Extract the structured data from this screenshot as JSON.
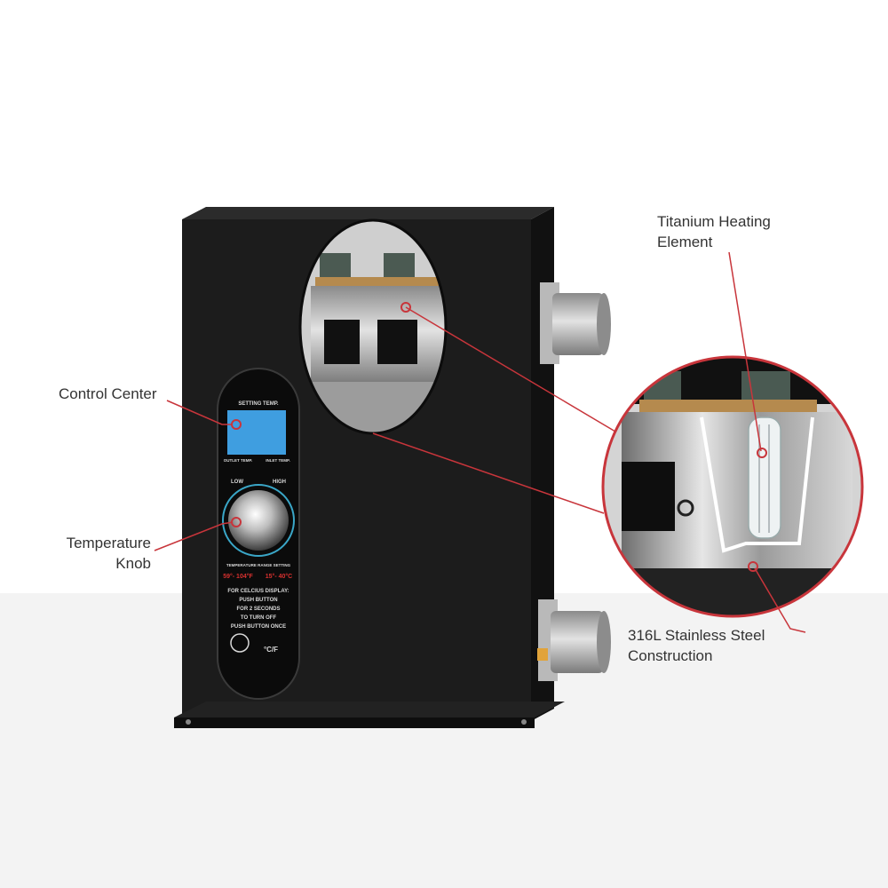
{
  "callouts": {
    "control_center": "Control Center",
    "temperature_knob_line1": "Temperature",
    "temperature_knob_line2": "Knob",
    "titanium_line1": "Titanium Heating",
    "titanium_line2": "Element",
    "steel_line1": "316L Stainless Steel",
    "steel_line2": "Construction"
  },
  "control_panel": {
    "display_label": "SETTING TEMP.",
    "outlet_label": "OUTLET TEMP.",
    "inlet_label": "INLET TEMP.",
    "knob_low": "LOW",
    "knob_high": "HIGH",
    "range_label": "TEMPERATURE RANGE SETTING",
    "range_f": "59°- 104°F",
    "range_c": "15°- 40°C",
    "instructions": [
      "FOR CELCIUS DISPLAY:",
      "PUSH BUTTON",
      "FOR 2 SECONDS",
      "TO TURN OFF",
      "PUSH BUTTON ONCE"
    ],
    "unit_toggle": "°C/F"
  },
  "colors": {
    "accent": "#c8353b",
    "body": "#1a1a1a",
    "lcd": "#3f9ee0",
    "knob_ring": "#3aa6c7"
  }
}
